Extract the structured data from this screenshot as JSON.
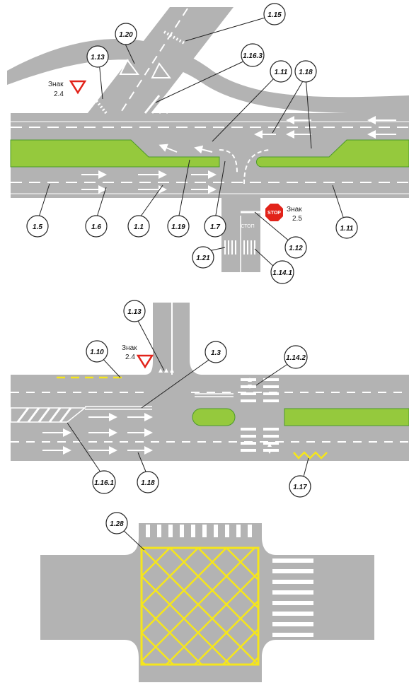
{
  "diagram1": {
    "badges": [
      "1.15",
      "1.20",
      "1.13",
      "1.16.3",
      "1.11",
      "1.18",
      "1.5",
      "1.6",
      "1.1",
      "1.19",
      "1.7",
      "1.21",
      "1.12",
      "1.14.1",
      "1.11"
    ],
    "sign_yield": {
      "label": "Знак",
      "number": "2.4"
    },
    "sign_stop": {
      "label": "Знак",
      "number": "2.5",
      "text": "STOP"
    },
    "road_text": "СТОП"
  },
  "diagram2": {
    "badges": [
      "1.13",
      "1.10",
      "1.3",
      "1.14.2",
      "1.16.1",
      "1.18",
      "1.17"
    ],
    "sign_yield": {
      "label": "Знак",
      "number": "2.4"
    }
  },
  "diagram3": {
    "badges": [
      "1.28"
    ]
  },
  "colors": {
    "road": "#b3b3b3",
    "island": "#95c93d",
    "yellow_marking": "#f5e61c",
    "sign_red": "#e2231a"
  }
}
